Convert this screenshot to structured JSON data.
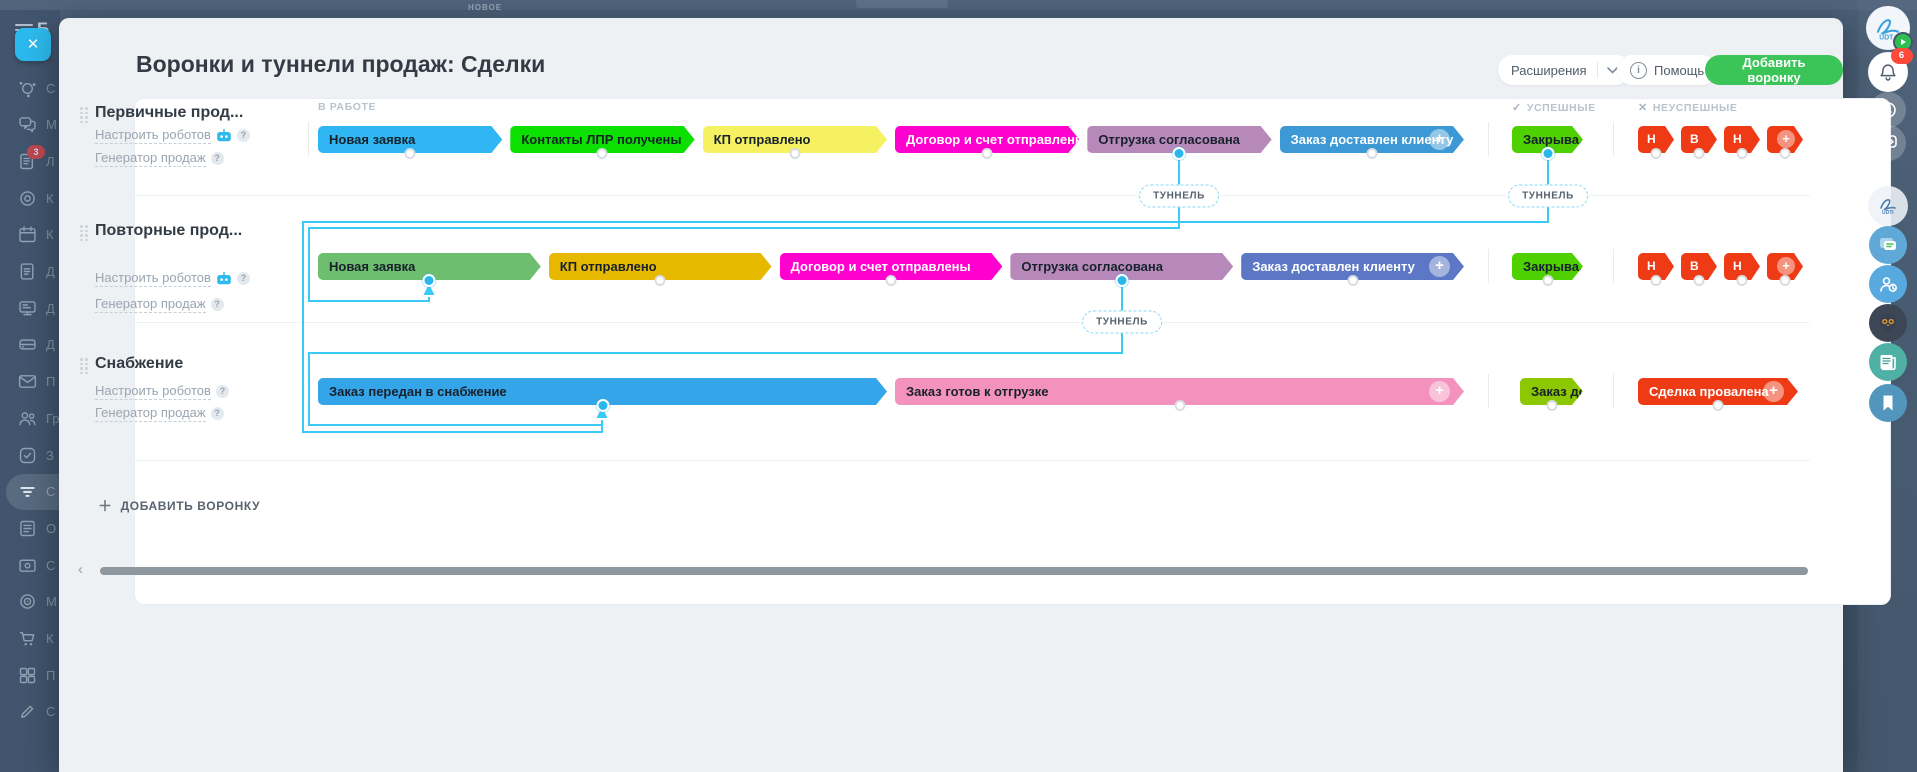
{
  "top_bar": {
    "new_badge": "НОВОЕ"
  },
  "left_sidebar": {
    "logo_letter": "Б",
    "items": [
      {
        "icon": "orbit",
        "letter": "С"
      },
      {
        "icon": "chat",
        "letter": "М"
      },
      {
        "icon": "feed",
        "letter": "Л",
        "badge": "3"
      },
      {
        "icon": "ring",
        "letter": "К"
      },
      {
        "icon": "calendar",
        "letter": "К"
      },
      {
        "icon": "doc",
        "letter": "Д"
      },
      {
        "icon": "board",
        "letter": "Д"
      },
      {
        "icon": "drive",
        "letter": "Д"
      },
      {
        "icon": "mail",
        "letter": "П"
      },
      {
        "icon": "people",
        "letter": "Гр"
      },
      {
        "icon": "check",
        "letter": "З"
      },
      {
        "icon": "funnel",
        "letter": "С",
        "active": true
      },
      {
        "icon": "listdoc",
        "letter": "О"
      },
      {
        "icon": "safe",
        "letter": "С"
      },
      {
        "icon": "target",
        "letter": "М"
      },
      {
        "icon": "cart",
        "letter": "К"
      },
      {
        "icon": "grid",
        "letter": "П"
      },
      {
        "icon": "pen",
        "letter": "С"
      }
    ]
  },
  "modal": {
    "title": "Воронки и туннели продаж: Сделки",
    "actions": {
      "extensions": "Расширения",
      "help": "Помощь",
      "add_funnel": "Добавить воронку"
    },
    "columns": {
      "in_progress": "В РАБОТЕ",
      "successful": "УСПЕШНЫЕ",
      "unsuccessful": "НЕУСПЕШНЫЕ"
    },
    "tunnel_label": "ТУННЕЛЬ",
    "add_funnel_link": "ДОБАВИТЬ ВОРОНКУ",
    "robots_link": "Настроить роботов",
    "generator_link": "Генератор продаж",
    "funnels": [
      {
        "name": "Первичные прод...",
        "robot_icon": true,
        "stages": [
          {
            "label": "Новая заявка",
            "color": "#30B6F2",
            "text": "#17212B"
          },
          {
            "label": "Контакты ЛПР получены",
            "color": "#0BE000",
            "text": "#17212B"
          },
          {
            "label": "КП отправлено",
            "color": "#F6F160",
            "text": "#17212B"
          },
          {
            "label": "Договор и счет отправлены",
            "color": "#FF00CF",
            "text": "#FFFFFF"
          },
          {
            "label": "Отгрузка согласована",
            "color": "#B689BA",
            "text": "#17212B",
            "dot": "blue"
          },
          {
            "label": "Заказ доставлен клиенту",
            "color": "#3D98D6",
            "text": "#FFFFFF",
            "plus": true
          }
        ],
        "success": {
          "label": "Закрыва...",
          "color": "#4FD000",
          "text": "#17212B",
          "dot": "blue"
        },
        "fail": [
          {
            "label": "Н"
          },
          {
            "label": "В"
          },
          {
            "label": "Н"
          },
          {
            "label": "",
            "plus": true
          }
        ]
      },
      {
        "name": "Повторные прод...",
        "robot_icon": true,
        "stages": [
          {
            "label": "Новая заявка",
            "color": "#6EBE70",
            "text": "#17212B",
            "dot": "blue"
          },
          {
            "label": "КП отправлено",
            "color": "#E6B800",
            "text": "#17212B"
          },
          {
            "label": "Договор и счет отправлены",
            "color": "#FF00CF",
            "text": "#FFFFFF"
          },
          {
            "label": "Отгрузка согласована",
            "color": "#B689BA",
            "text": "#17212B",
            "dot": "blue"
          },
          {
            "label": "Заказ доставлен клиенту",
            "color": "#5B77C5",
            "text": "#FFFFFF",
            "plus": true
          }
        ],
        "success": {
          "label": "Закрыва...",
          "color": "#4FD000",
          "text": "#17212B"
        },
        "fail": [
          {
            "label": "Н"
          },
          {
            "label": "В"
          },
          {
            "label": "Н"
          },
          {
            "label": "",
            "plus": true
          }
        ]
      },
      {
        "name": "Снабжение",
        "robot_icon": false,
        "stages": [
          {
            "label": "Заказ передан в снабжение",
            "color": "#35A5EA",
            "text": "#17212B",
            "dot": "blue"
          },
          {
            "label": "Заказ готов к отгрузке",
            "color": "#F492BE",
            "text": "#17212B",
            "plus": true
          }
        ],
        "success": {
          "label": "Заказ до...",
          "color": "#8CC700",
          "text": "#17212B"
        },
        "fail": [
          {
            "label": "Сделка провалена",
            "color": "#EE3B16",
            "text": "#FFFFFF",
            "plus": true,
            "wide": true
          }
        ]
      }
    ]
  },
  "right_rail": {
    "notifications_count": "6",
    "avatar_logo_text": "UDT",
    "icons": [
      "history",
      "chat-transfer",
      "logo",
      "messenger",
      "contact-clock",
      "owl",
      "news",
      "bookmark"
    ]
  },
  "accent_colors": {
    "tunnel": "#3BC9F6",
    "add_button": "#3BC558",
    "fail_stage": "#EE3B16"
  }
}
